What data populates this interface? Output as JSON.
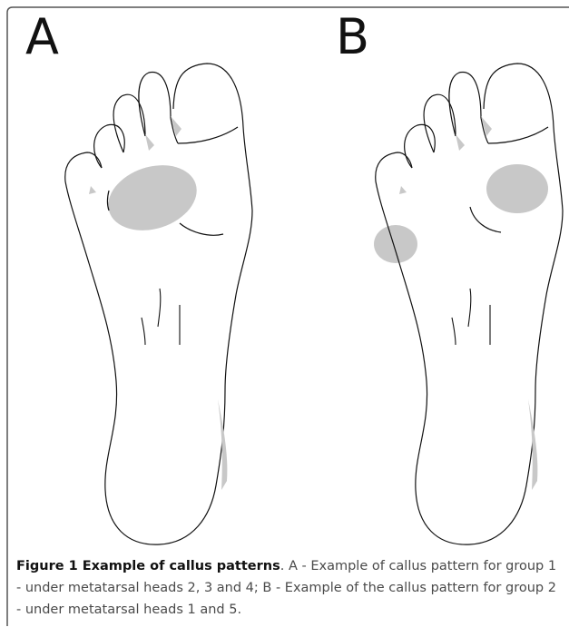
{
  "panels": [
    {
      "letter": "A"
    },
    {
      "letter": "B"
    }
  ],
  "caption": {
    "label": "Figure 1 Example of callus patterns",
    "text": ". A - Example of callus pattern for group 1 - under metatarsal heads 2, 3 and 4; B - Example of the callus pattern for group 2 - under metatarsal heads 1 and 5."
  },
  "colors": {
    "callus": "#c8c8c8",
    "outline": "#111111",
    "border": "#555555"
  }
}
